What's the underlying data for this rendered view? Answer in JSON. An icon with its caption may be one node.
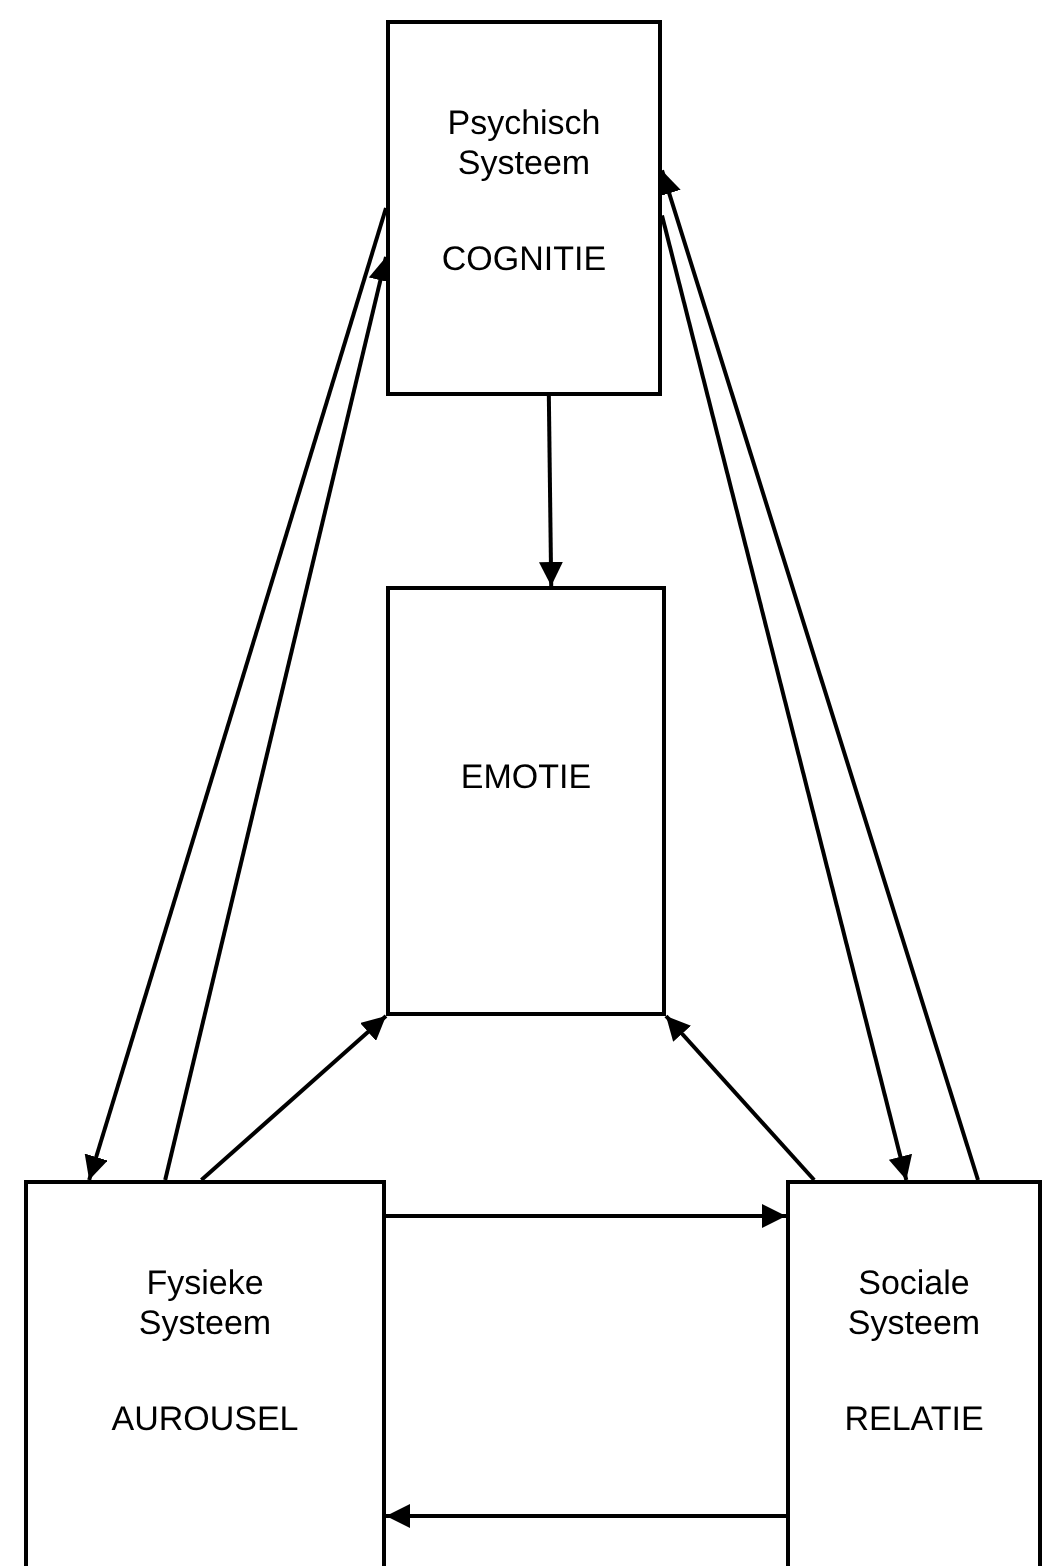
{
  "diagram": {
    "nodes": [
      {
        "text": [
          "Psychisch Systeem",
          "COGNITIE"
        ]
      },
      {
        "text": [
          "EMOTIE"
        ]
      },
      {
        "text": [
          "Fysieke Systeem",
          "AUROUSEL"
        ]
      },
      {
        "text": [
          "Sociale Systeem",
          "RELATIE"
        ]
      }
    ],
    "edges": [
      {
        "from": 0,
        "to": 1,
        "arrow": "to"
      },
      {
        "from": 0,
        "to": 2,
        "arrow": "to"
      },
      {
        "from": 2,
        "to": 0,
        "arrow": "to"
      },
      {
        "from": 2,
        "to": 1,
        "arrow": "to"
      },
      {
        "from": 0,
        "to": 3,
        "arrow": "to"
      },
      {
        "from": 3,
        "to": 0,
        "arrow": "to"
      },
      {
        "from": 3,
        "to": 1,
        "arrow": "to"
      },
      {
        "from": 2,
        "to": 3,
        "arrow": "to"
      },
      {
        "from": 3,
        "to": 2,
        "arrow": "to"
      }
    ]
  }
}
